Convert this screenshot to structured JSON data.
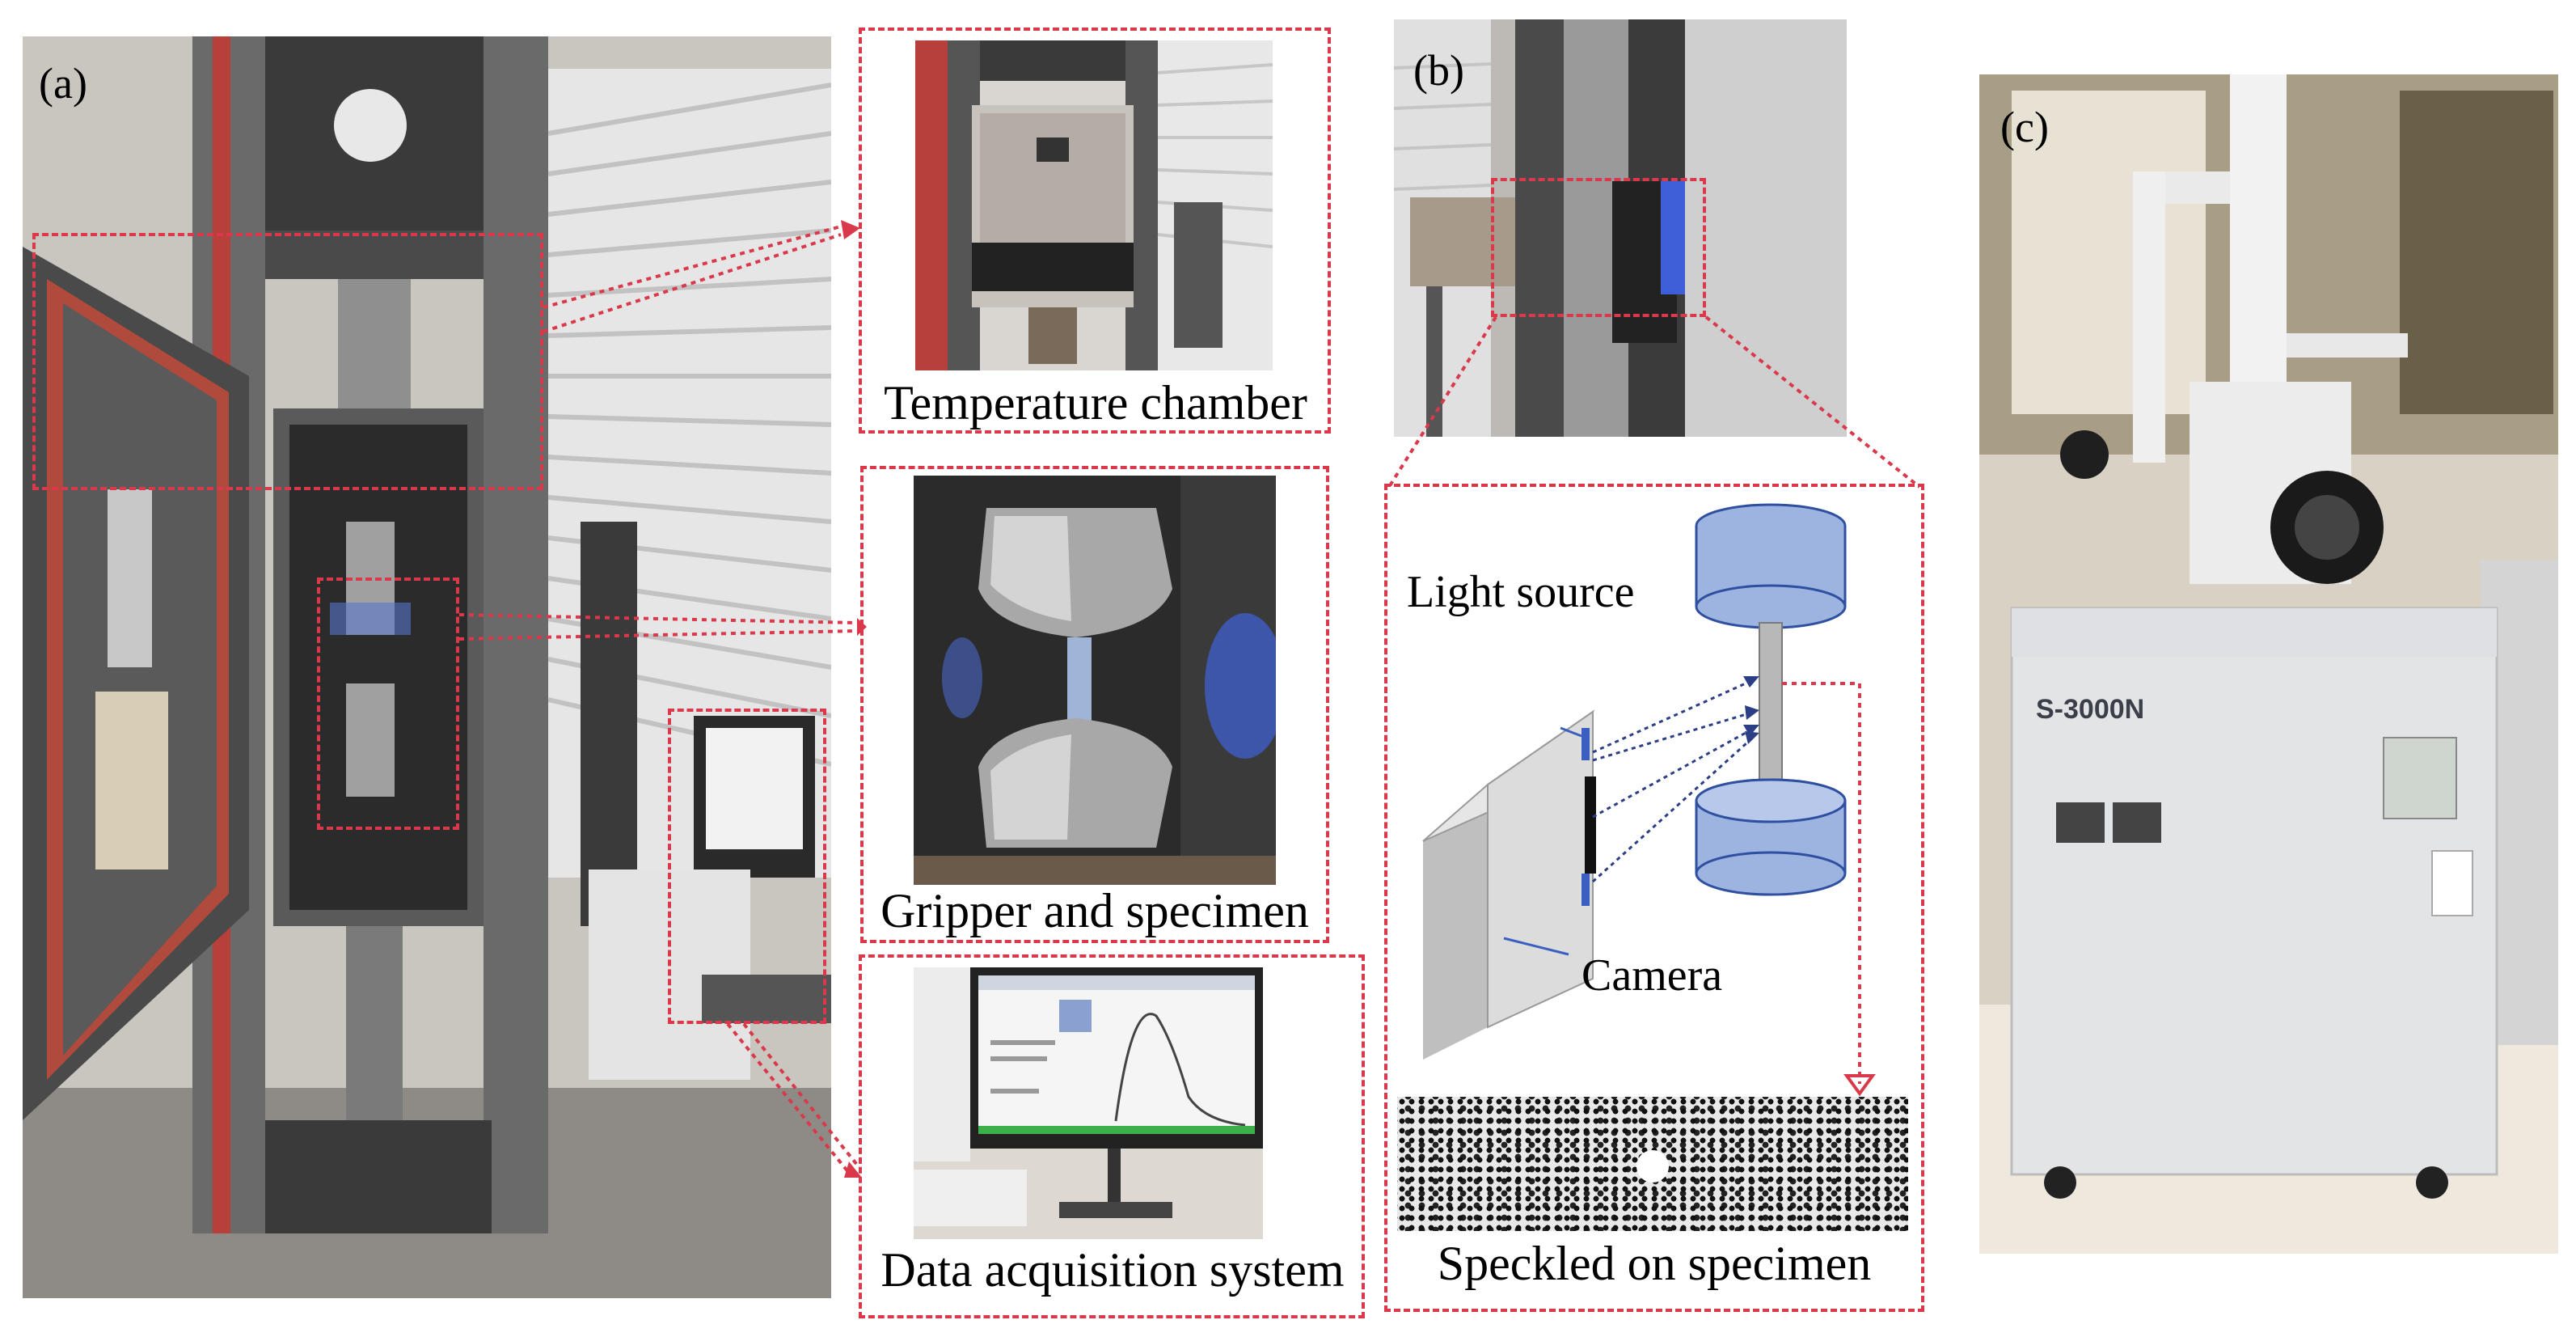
{
  "panels": {
    "a": {
      "label": "(a)"
    },
    "b": {
      "label": "(b)"
    },
    "c": {
      "label": "(c)"
    }
  },
  "captions": {
    "temperature_chamber": "Temperature chamber",
    "gripper_specimen": "Gripper and specimen",
    "data_acquisition": "Data acquisition system",
    "speckled": "Speckled on specimen"
  },
  "diagram": {
    "light_source": "Light source",
    "camera": "Camera"
  },
  "instrument": {
    "model": "S-3000N"
  },
  "colors": {
    "dash_red": "#d9394a",
    "diagram_blue": "#9db3e0",
    "diagram_blue_dark": "#2f4fa0",
    "arrow_blue": "#2c3e86",
    "camera_grey": "#d9d9d9"
  }
}
